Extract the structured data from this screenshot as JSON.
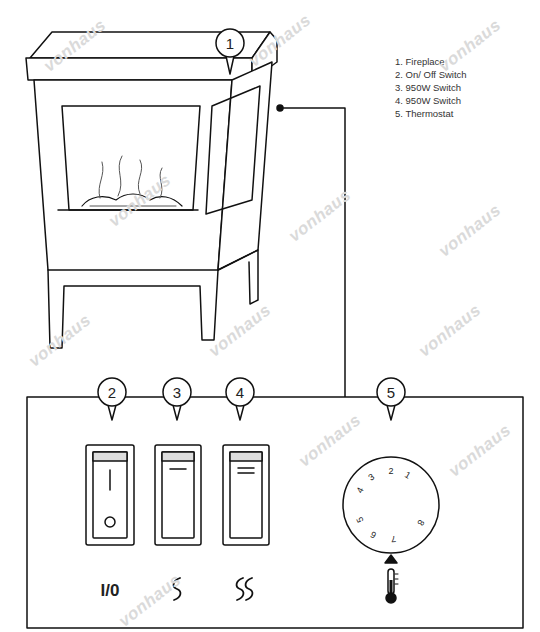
{
  "diagram": {
    "labels": [
      "1",
      "2",
      "3",
      "4",
      "5",
      "1. Fireplace",
      "2. On/ Off Switch",
      "3. 950W Switch",
      "4. 950W Switch",
      "5. Thermostat",
      "I/0",
      "1",
      "2",
      "3",
      "4",
      "5",
      "6",
      "7",
      "8",
      "vonhaus",
      "vonhaus",
      "vonhaus",
      "vonhaus",
      "vonhaus",
      "vonhaus",
      "vonhaus",
      "vonhaus",
      "vonhaus",
      "vonhaus",
      "vonhaus",
      "vonhaus"
    ]
  }
}
